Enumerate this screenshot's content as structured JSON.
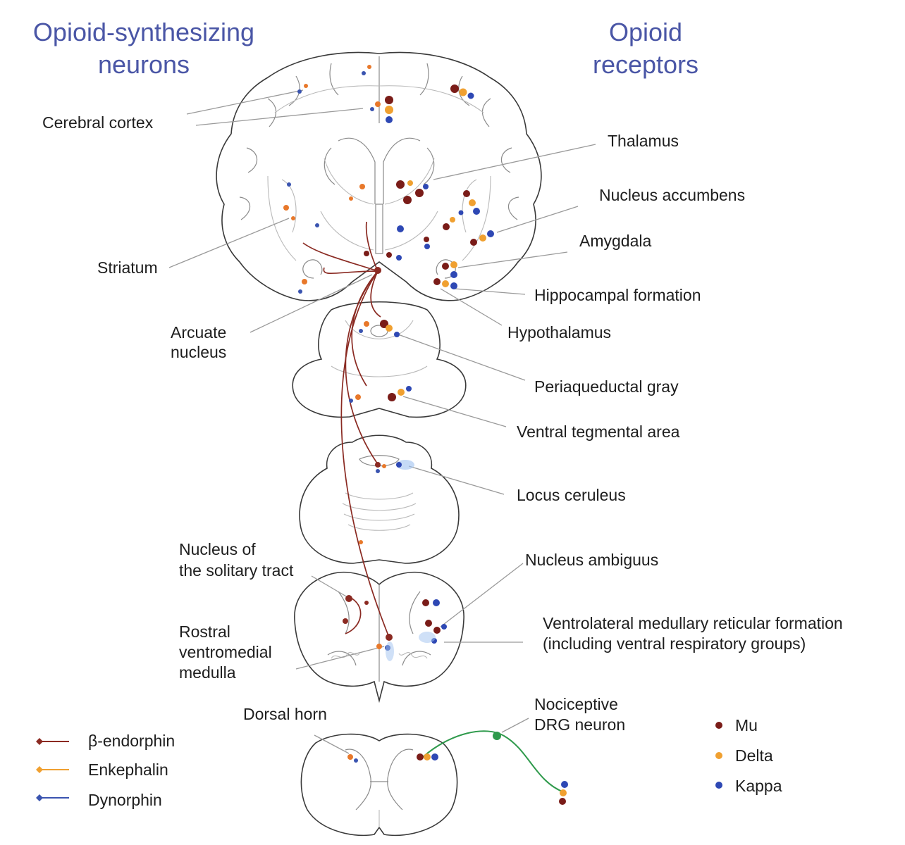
{
  "header": {
    "left": [
      "Opioid-synthesizing",
      "neurons"
    ],
    "right": [
      "Opioid",
      "receptors"
    ]
  },
  "labels": {
    "cerebral_cortex": [
      "Cerebral cortex"
    ],
    "striatum": [
      "Striatum"
    ],
    "arcuate_nucleus": [
      "Arcuate",
      "nucleus"
    ],
    "thalamus": [
      "Thalamus"
    ],
    "nucleus_accumbens": [
      "Nucleus accumbens"
    ],
    "amygdala": [
      "Amygdala"
    ],
    "hippocampal_formation": [
      "Hippocampal formation"
    ],
    "hypothalamus": [
      "Hypothalamus"
    ],
    "periaqueductal_gray": [
      "Periaqueductal gray"
    ],
    "ventral_tegmental_area": [
      "Ventral tegmental area"
    ],
    "locus_ceruleus": [
      "Locus ceruleus"
    ],
    "nucleus_solitary_tract": [
      "Nucleus of",
      "the solitary tract"
    ],
    "nucleus_ambiguus": [
      "Nucleus ambiguus"
    ],
    "rostral_ventromedial_medulla": [
      "Rostral",
      "ventromedial",
      "medulla"
    ],
    "ventrolateral_medullary": [
      "Ventrolateral medullary reticular formation",
      "(including ventral respiratory groups)"
    ],
    "dorsal_horn": [
      "Dorsal horn"
    ],
    "nociceptive_drg": [
      "Nociceptive",
      "DRG neuron"
    ]
  },
  "legend_peptides": [
    {
      "label": "β-endorphin",
      "color": "#8b2a22"
    },
    {
      "label": "Enkephalin",
      "color": "#f0a030"
    },
    {
      "label": "Dynorphin",
      "color": "#3a54b0"
    }
  ],
  "legend_receptors": [
    {
      "label": "Mu",
      "color": "#7a1c18"
    },
    {
      "label": "Delta",
      "color": "#f0a030"
    },
    {
      "label": "Kappa",
      "color": "#2e48b4"
    }
  ],
  "colors": {
    "mu": "#7a1c18",
    "delta": "#f0a030",
    "kappa": "#2e48b4",
    "endorphin": "#8b2a22",
    "enkephalin": "#e8782a",
    "dynorphin": "#3a54b0",
    "drg": "#2f9a4c",
    "header": "#4a56a6"
  }
}
